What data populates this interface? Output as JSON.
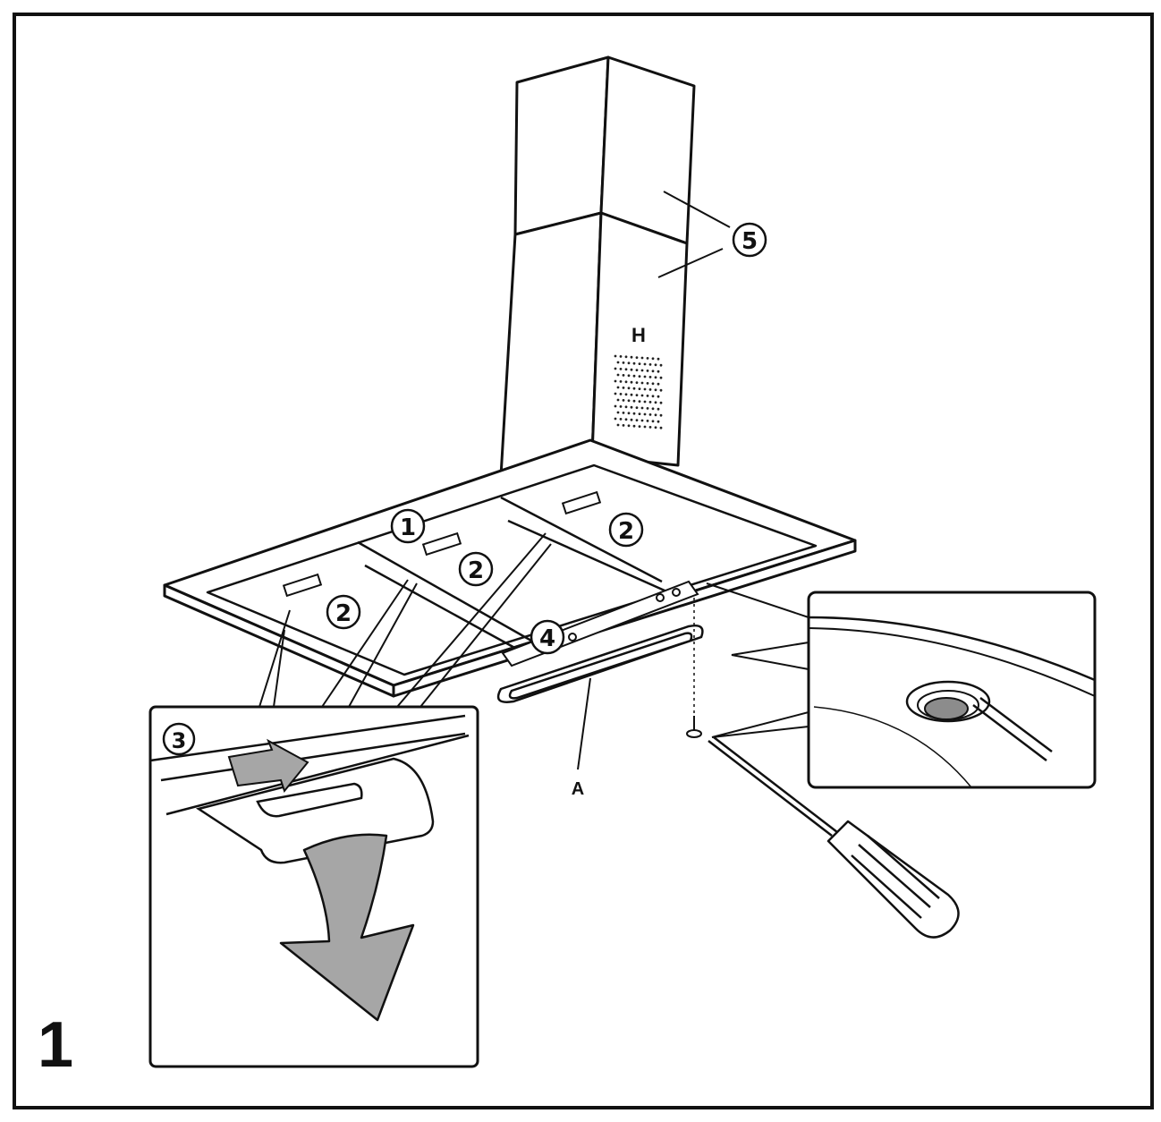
{
  "figure": {
    "number": "1",
    "callouts": {
      "c1": "1",
      "c2": "2",
      "c3": "3",
      "c4": "4",
      "c5": "5"
    },
    "letters": {
      "A": "A",
      "H": "H"
    }
  },
  "colors": {
    "line": "#111111",
    "fill": "#ffffff",
    "arrow_fill": "#a6a6a6",
    "plug_fill": "#8c8c8c"
  }
}
